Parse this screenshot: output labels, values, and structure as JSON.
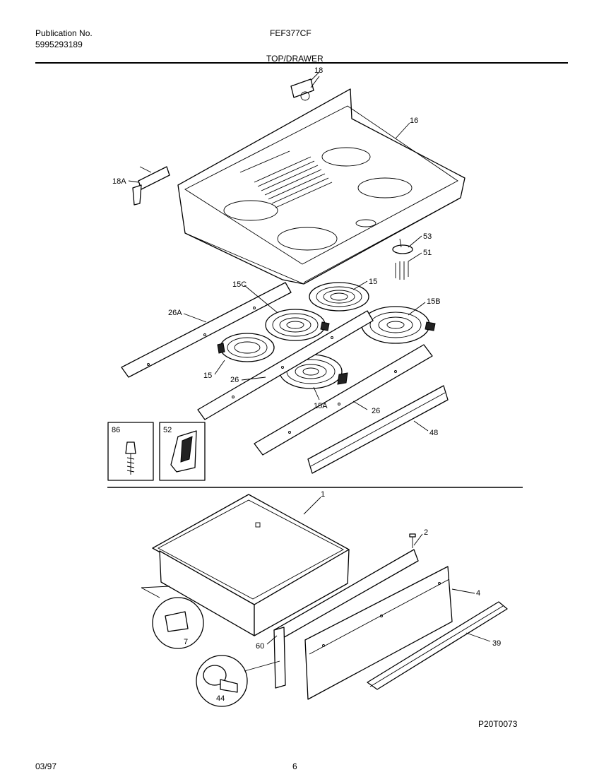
{
  "header": {
    "publication_label": "Publication No.",
    "publication_number": "5995293189",
    "model": "FEF377CF",
    "section_title": "TOP/DRAWER"
  },
  "footer": {
    "date": "03/97",
    "page": "6",
    "diagram_code": "P20T0073"
  },
  "callouts": {
    "c18": "18",
    "c16": "16",
    "c18a": "18A",
    "c53": "53",
    "c51": "51",
    "c15c": "15C",
    "c15_top": "15",
    "c15b": "15B",
    "c26a": "26A",
    "c15_left": "15",
    "c26_left": "26",
    "c15a": "15A",
    "c26_right": "26",
    "c48": "48",
    "c86": "86",
    "c52": "52",
    "c1": "1",
    "c2": "2",
    "c4": "4",
    "c7": "7",
    "c60": "60",
    "c39": "39",
    "c44": "44"
  }
}
